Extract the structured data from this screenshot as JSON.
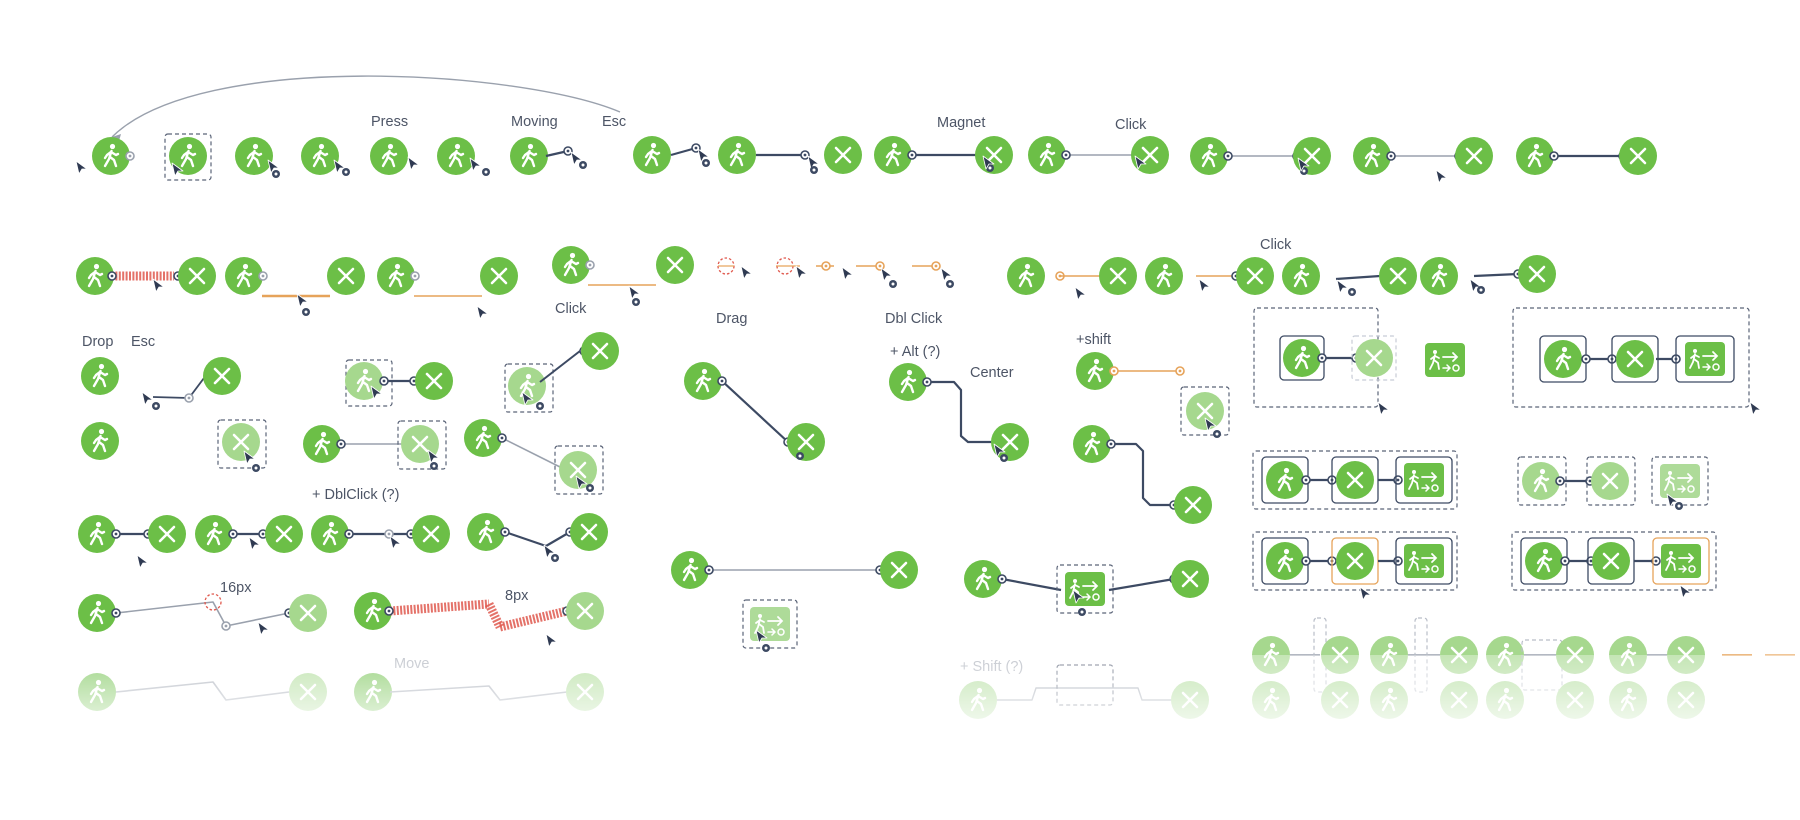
{
  "labels": {
    "press": "Press",
    "moving": "Moving",
    "esc_top": "Esc",
    "magnet": "Magnet",
    "click_top": "Click",
    "click_mid": "Click",
    "click_right": "Click",
    "drop": "Drop",
    "esc_mid": "Esc",
    "drag": "Drag",
    "dbl_click": "Dbl Click",
    "alt": "+ Alt (?)",
    "center": "Center",
    "shift": "+shift",
    "dblclick_q": "+ DblClick (?)",
    "px16": "16px",
    "px8": "8px",
    "move": "Move",
    "shift_q": "+ Shift (?)"
  },
  "colors": {
    "green": "#6cbf47",
    "green_light": "#a6d88e",
    "navy": "#3d4a63",
    "gray_line": "#9aa1ad",
    "orange": "#e6a35a",
    "red": "#e05a4f",
    "dash": "#5b6478"
  },
  "icons": {
    "start": "walking-person-icon",
    "end": "cross-icon",
    "exit": "exit-sign-icon",
    "cursor": "mouse-cursor-icon"
  }
}
